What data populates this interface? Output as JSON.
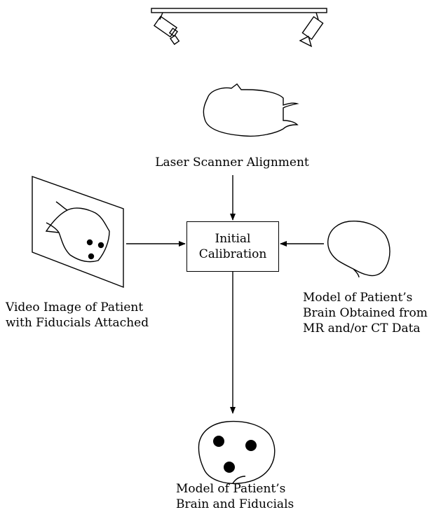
{
  "labels": {
    "laser_scanner": "Laser Scanner Alignment",
    "calibration_line1": "Initial",
    "calibration_line2": "Calibration",
    "video_line1": "Video Image of Patient",
    "video_line2": "with Fiducials Attached",
    "model_line1": "Model of Patient’s",
    "model_line2": "Brain Obtained from",
    "model_line3": "MR and/or CT Data",
    "result_line1": "Model of Patient’s",
    "result_line2": "Brain and Fiducials"
  },
  "icons": {
    "scanner": "laser-scanner-rig-icon",
    "head_profile": "head-profile-icon",
    "video_image": "video-image-face-icon",
    "brain_model": "brain-outline-icon",
    "brain_fiducials": "brain-with-fiducials-icon"
  },
  "colors": {
    "ink": "#000000",
    "background": "#ffffff"
  }
}
